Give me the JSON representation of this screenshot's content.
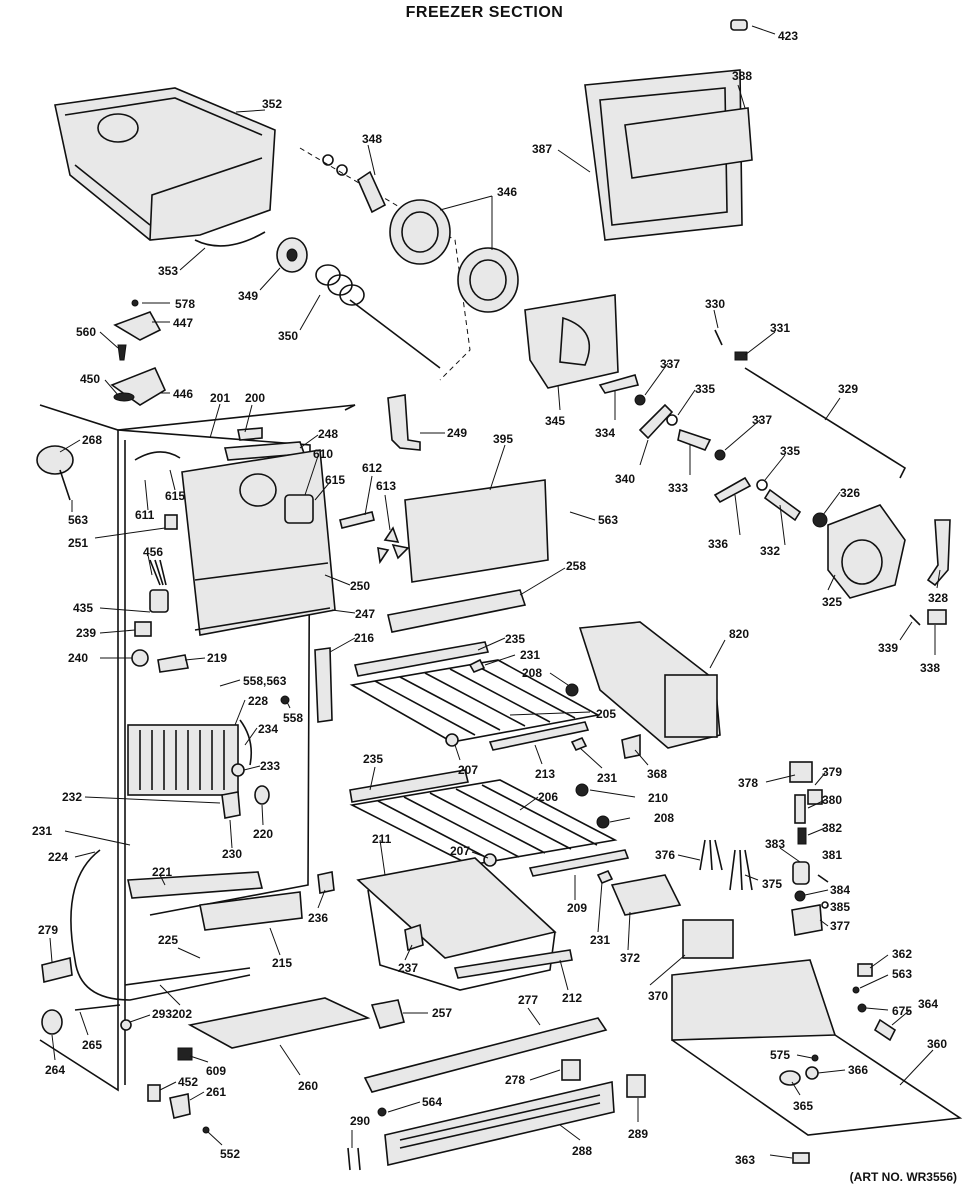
{
  "title": "FREEZER SECTION",
  "art_number": "(ART NO. WR3556)",
  "callouts": [
    {
      "id": "c423",
      "text": "423"
    },
    {
      "id": "c352",
      "text": "352"
    },
    {
      "id": "c388",
      "text": "388"
    },
    {
      "id": "c387",
      "text": "387"
    },
    {
      "id": "c348",
      "text": "348"
    },
    {
      "id": "c346",
      "text": "346"
    },
    {
      "id": "c353",
      "text": "353"
    },
    {
      "id": "c349",
      "text": "349"
    },
    {
      "id": "c350",
      "text": "350"
    },
    {
      "id": "c578",
      "text": "578"
    },
    {
      "id": "c560",
      "text": "560"
    },
    {
      "id": "c447",
      "text": "447"
    },
    {
      "id": "c450",
      "text": "450"
    },
    {
      "id": "c446",
      "text": "446"
    },
    {
      "id": "c330",
      "text": "330"
    },
    {
      "id": "c331",
      "text": "331"
    },
    {
      "id": "c337a",
      "text": "337"
    },
    {
      "id": "c329",
      "text": "329"
    },
    {
      "id": "c345",
      "text": "345"
    },
    {
      "id": "c334",
      "text": "334"
    },
    {
      "id": "c335a",
      "text": "335"
    },
    {
      "id": "c337b",
      "text": "337"
    },
    {
      "id": "c340",
      "text": "340"
    },
    {
      "id": "c333",
      "text": "333"
    },
    {
      "id": "c335b",
      "text": "335"
    },
    {
      "id": "c326",
      "text": "326"
    },
    {
      "id": "c336",
      "text": "336"
    },
    {
      "id": "c332",
      "text": "332"
    },
    {
      "id": "c325",
      "text": "325"
    },
    {
      "id": "c328",
      "text": "328"
    },
    {
      "id": "c339",
      "text": "339"
    },
    {
      "id": "c338",
      "text": "338"
    },
    {
      "id": "c201",
      "text": "201"
    },
    {
      "id": "c200",
      "text": "200"
    },
    {
      "id": "c249",
      "text": "249"
    },
    {
      "id": "c268",
      "text": "268"
    },
    {
      "id": "c248",
      "text": "248"
    },
    {
      "id": "c610",
      "text": "610"
    },
    {
      "id": "c395",
      "text": "395"
    },
    {
      "id": "c615a",
      "text": "615"
    },
    {
      "id": "c615b",
      "text": "615"
    },
    {
      "id": "c612",
      "text": "612"
    },
    {
      "id": "c613",
      "text": "613"
    },
    {
      "id": "c563a",
      "text": "563"
    },
    {
      "id": "c563b",
      "text": "563"
    },
    {
      "id": "c611",
      "text": "611"
    },
    {
      "id": "c251",
      "text": "251"
    },
    {
      "id": "c456",
      "text": "456"
    },
    {
      "id": "c250",
      "text": "250"
    },
    {
      "id": "c258",
      "text": "258"
    },
    {
      "id": "c435",
      "text": "435"
    },
    {
      "id": "c247",
      "text": "247"
    },
    {
      "id": "c239",
      "text": "239"
    },
    {
      "id": "c216",
      "text": "216"
    },
    {
      "id": "c235a",
      "text": "235"
    },
    {
      "id": "c820",
      "text": "820"
    },
    {
      "id": "c240",
      "text": "240"
    },
    {
      "id": "c219",
      "text": "219"
    },
    {
      "id": "c231a",
      "text": "231"
    },
    {
      "id": "c558563",
      "text": "558,563"
    },
    {
      "id": "c208a",
      "text": "208"
    },
    {
      "id": "c228",
      "text": "228"
    },
    {
      "id": "c558",
      "text": "558"
    },
    {
      "id": "c234",
      "text": "234"
    },
    {
      "id": "c205",
      "text": "205"
    },
    {
      "id": "c207a",
      "text": "207"
    },
    {
      "id": "c213",
      "text": "213"
    },
    {
      "id": "c231b",
      "text": "231"
    },
    {
      "id": "c368",
      "text": "368"
    },
    {
      "id": "c235b",
      "text": "235"
    },
    {
      "id": "c233",
      "text": "233"
    },
    {
      "id": "c378",
      "text": "378"
    },
    {
      "id": "c379",
      "text": "379"
    },
    {
      "id": "c232",
      "text": "232"
    },
    {
      "id": "c206",
      "text": "206"
    },
    {
      "id": "c210",
      "text": "210"
    },
    {
      "id": "c380",
      "text": "380"
    },
    {
      "id": "c208b",
      "text": "208"
    },
    {
      "id": "c382",
      "text": "382"
    },
    {
      "id": "c220",
      "text": "220"
    },
    {
      "id": "c231c",
      "text": "231"
    },
    {
      "id": "c211",
      "text": "211"
    },
    {
      "id": "c230",
      "text": "230"
    },
    {
      "id": "c224",
      "text": "224"
    },
    {
      "id": "c207b",
      "text": "207"
    },
    {
      "id": "c376",
      "text": "376"
    },
    {
      "id": "c383",
      "text": "383"
    },
    {
      "id": "c381",
      "text": "381"
    },
    {
      "id": "c375",
      "text": "375"
    },
    {
      "id": "c221",
      "text": "221"
    },
    {
      "id": "c384",
      "text": "384"
    },
    {
      "id": "c209",
      "text": "209"
    },
    {
      "id": "c385",
      "text": "385"
    },
    {
      "id": "c236",
      "text": "236"
    },
    {
      "id": "c377",
      "text": "377"
    },
    {
      "id": "c279",
      "text": "279"
    },
    {
      "id": "c231d",
      "text": "231"
    },
    {
      "id": "c372",
      "text": "372"
    },
    {
      "id": "c225",
      "text": "225"
    },
    {
      "id": "c215",
      "text": "215"
    },
    {
      "id": "c237",
      "text": "237"
    },
    {
      "id": "c362",
      "text": "362"
    },
    {
      "id": "c370",
      "text": "370"
    },
    {
      "id": "c563c",
      "text": "563"
    },
    {
      "id": "c212",
      "text": "212"
    },
    {
      "id": "c277",
      "text": "277"
    },
    {
      "id": "c202",
      "text": "202"
    },
    {
      "id": "c675",
      "text": "675"
    },
    {
      "id": "c364",
      "text": "364"
    },
    {
      "id": "c293",
      "text": "293"
    },
    {
      "id": "c257",
      "text": "257"
    },
    {
      "id": "c265",
      "text": "265"
    },
    {
      "id": "c264",
      "text": "264"
    },
    {
      "id": "c609",
      "text": "609"
    },
    {
      "id": "c360",
      "text": "360"
    },
    {
      "id": "c575",
      "text": "575"
    },
    {
      "id": "c260",
      "text": "260"
    },
    {
      "id": "c366",
      "text": "366"
    },
    {
      "id": "c452",
      "text": "452"
    },
    {
      "id": "c261",
      "text": "261"
    },
    {
      "id": "c278",
      "text": "278"
    },
    {
      "id": "c365",
      "text": "365"
    },
    {
      "id": "c564",
      "text": "564"
    },
    {
      "id": "c290",
      "text": "290"
    },
    {
      "id": "c289",
      "text": "289"
    },
    {
      "id": "c288",
      "text": "288"
    },
    {
      "id": "c552",
      "text": "552"
    },
    {
      "id": "c363",
      "text": "363"
    }
  ]
}
